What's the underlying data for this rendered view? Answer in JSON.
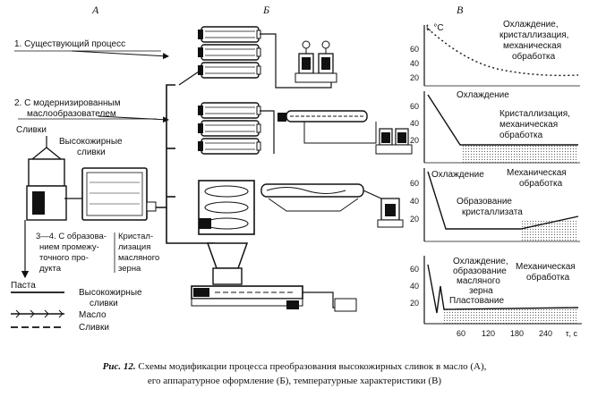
{
  "columns": {
    "a": "А",
    "b": "Б",
    "v": "В"
  },
  "processes": {
    "p1": "1. Существующий процесс",
    "p2_line1": "2. С модернизированным",
    "p2_line2": "маслообразователем",
    "p34_line1": "3—4. С образова-",
    "p34_line2": "нием промежу-",
    "p34_line3": "точного про-",
    "p34_line4": "дукта",
    "crystal_line1": "Кристал-",
    "crystal_line2": "лизация",
    "crystal_line3": "масляного",
    "crystal_line4": "зерна"
  },
  "inputs": {
    "cream": "Сливки",
    "hf_cream_line1": "Высокожирные",
    "hf_cream_line2": "сливки",
    "paste": "Паста"
  },
  "legend": {
    "hf_cream_line1": "Высокожирные",
    "hf_cream_line2": "сливки",
    "butter": "Масло",
    "cream": "Сливки"
  },
  "charts": {
    "y_unit": "t, °С",
    "x_unit": "τ, с",
    "y_ticks": [
      "60",
      "40",
      "20"
    ],
    "x_ticks": [
      "60",
      "120",
      "180",
      "240"
    ],
    "c1": {
      "l1": "Охлаждение,",
      "l2": "кристаллизация,",
      "l3": "механическая",
      "l4": "обработка"
    },
    "c2": {
      "cool": "Охлаждение",
      "cr1": "Кристаллизация,",
      "cr2": "механическая",
      "cr3": "обработка"
    },
    "c3": {
      "cool": "Охлаждение",
      "m1": "Механическая",
      "m2": "обработка",
      "f1": "Образование",
      "f2": "кристаллизата"
    },
    "c4": {
      "a1": "Охлаждение,",
      "a2": "образование",
      "a3": "масляного",
      "a4": "зерна",
      "m1": "Механическая",
      "m2": "обработка",
      "plast": "Пластование"
    }
  },
  "caption": {
    "label": "Рис. 12.",
    "line1": "Схемы модификации процесса преобразования высокожирных сливок в масло (А),",
    "line2": "его аппаратурное оформление (Б), температурные характеристики (В)"
  }
}
